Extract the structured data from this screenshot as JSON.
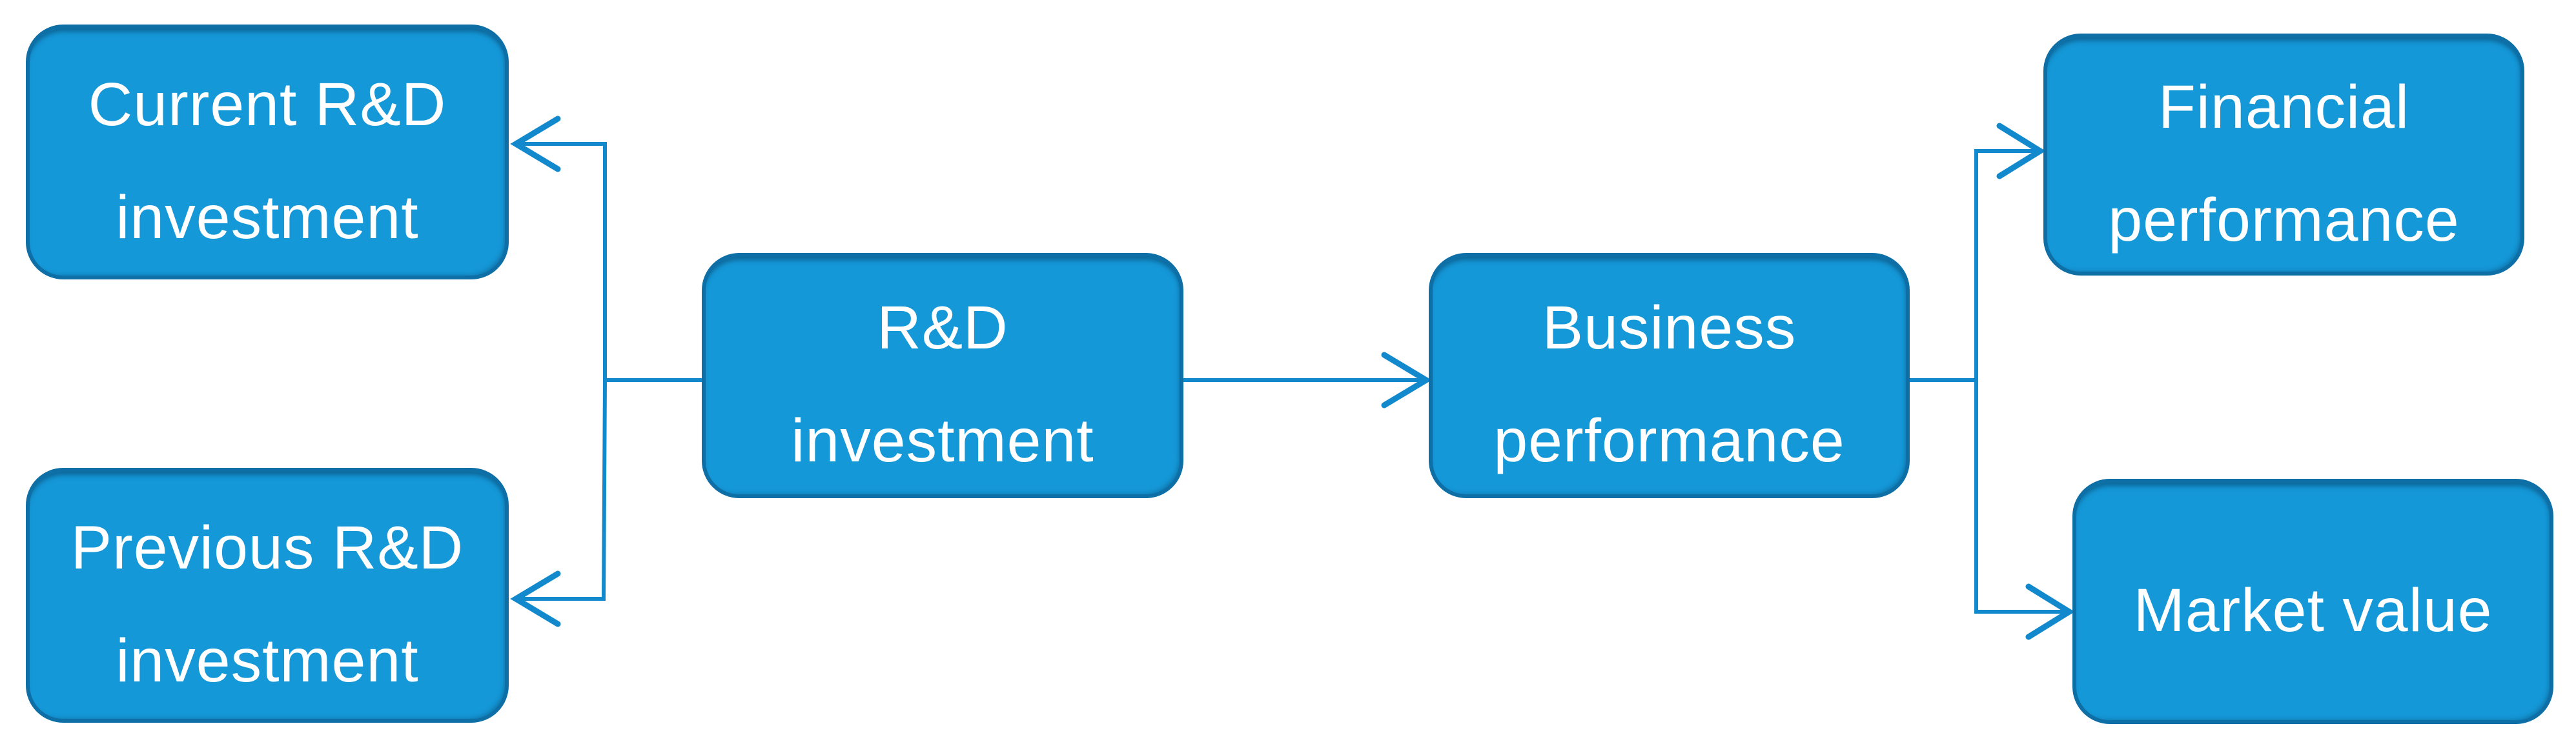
{
  "diagram": {
    "colors": {
      "node_fill": "#1598d8",
      "node_border": "#0d6fa6",
      "connector": "#1289cc",
      "text": "#ffffff",
      "background": "#ffffff"
    },
    "nodes": {
      "current_rd": {
        "lines": [
          "Current R&D",
          "investment"
        ]
      },
      "previous_rd": {
        "lines": [
          "Previous R&D",
          "investment"
        ]
      },
      "rd_investment": {
        "lines": [
          "R&D",
          "investment"
        ]
      },
      "business_performance": {
        "lines": [
          "Business",
          "performance"
        ]
      },
      "financial_performance": {
        "lines": [
          "Financial",
          "performance"
        ]
      },
      "market_value": {
        "lines": [
          "Market value"
        ]
      }
    },
    "edges": [
      {
        "from": "rd_investment",
        "to": "current_rd",
        "arrow": "to"
      },
      {
        "from": "rd_investment",
        "to": "previous_rd",
        "arrow": "to"
      },
      {
        "from": "rd_investment",
        "to": "business_performance",
        "arrow": "to"
      },
      {
        "from": "business_performance",
        "to": "financial_performance",
        "arrow": "to"
      },
      {
        "from": "business_performance",
        "to": "market_value",
        "arrow": "to"
      }
    ]
  }
}
